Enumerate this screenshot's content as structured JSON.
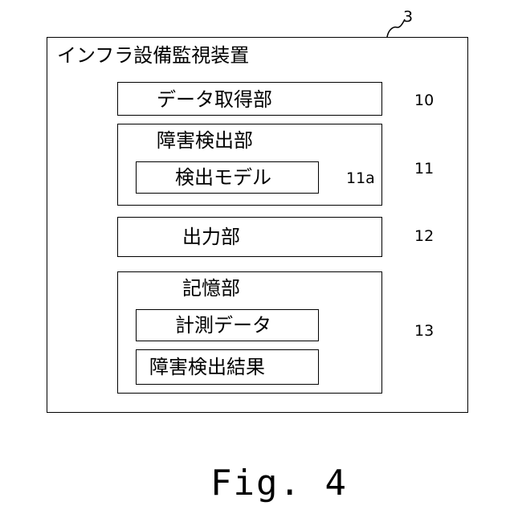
{
  "device": {
    "ref": "3",
    "title": "インフラ設備監視装置"
  },
  "components": [
    {
      "ref": "10",
      "title": "データ取得部"
    },
    {
      "ref": "11",
      "title": "障害検出部",
      "children": [
        {
          "ref": "11a",
          "title": "検出モデル"
        }
      ]
    },
    {
      "ref": "12",
      "title": "出力部"
    },
    {
      "ref": "13",
      "title": "記憶部",
      "children": [
        {
          "title": "計測データ"
        },
        {
          "title": "障害検出結果"
        }
      ]
    }
  ],
  "caption": "Fig. 4"
}
